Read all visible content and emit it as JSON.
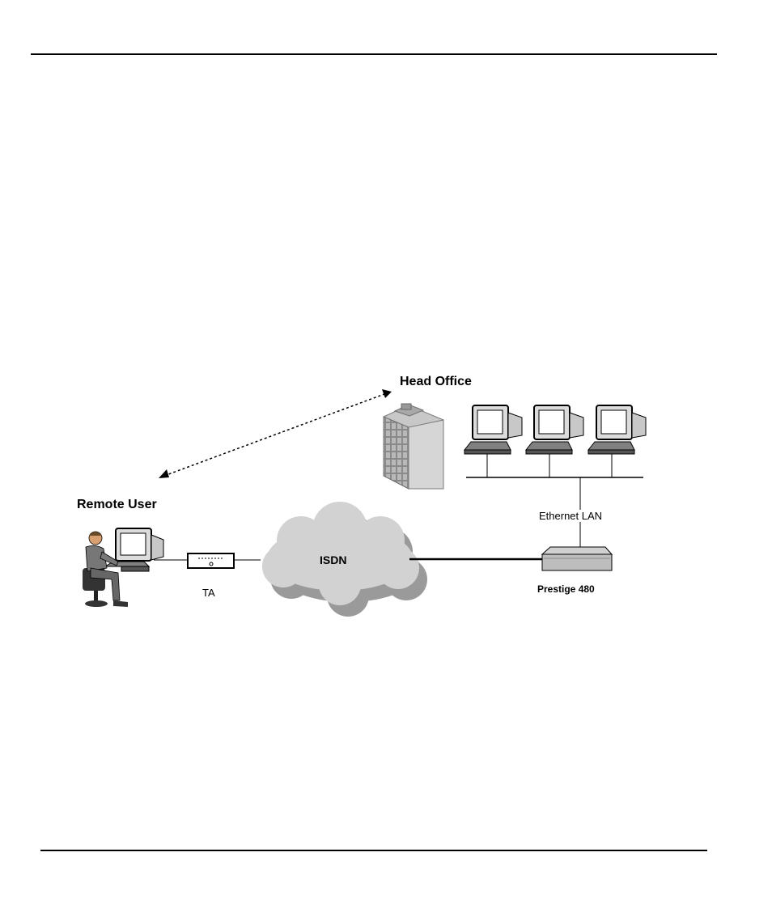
{
  "diagram": {
    "labels": {
      "head_office": "Head Office",
      "remote_user": "Remote User",
      "ethernet_lan": "Ethernet LAN",
      "isdn": "ISDN",
      "ta": "TA",
      "prestige": "Prestige 480"
    },
    "icons": [
      "person-at-computer-icon",
      "terminal-adapter-icon",
      "isdn-cloud-icon",
      "office-building-icon",
      "workstation-icon",
      "router-icon"
    ]
  }
}
